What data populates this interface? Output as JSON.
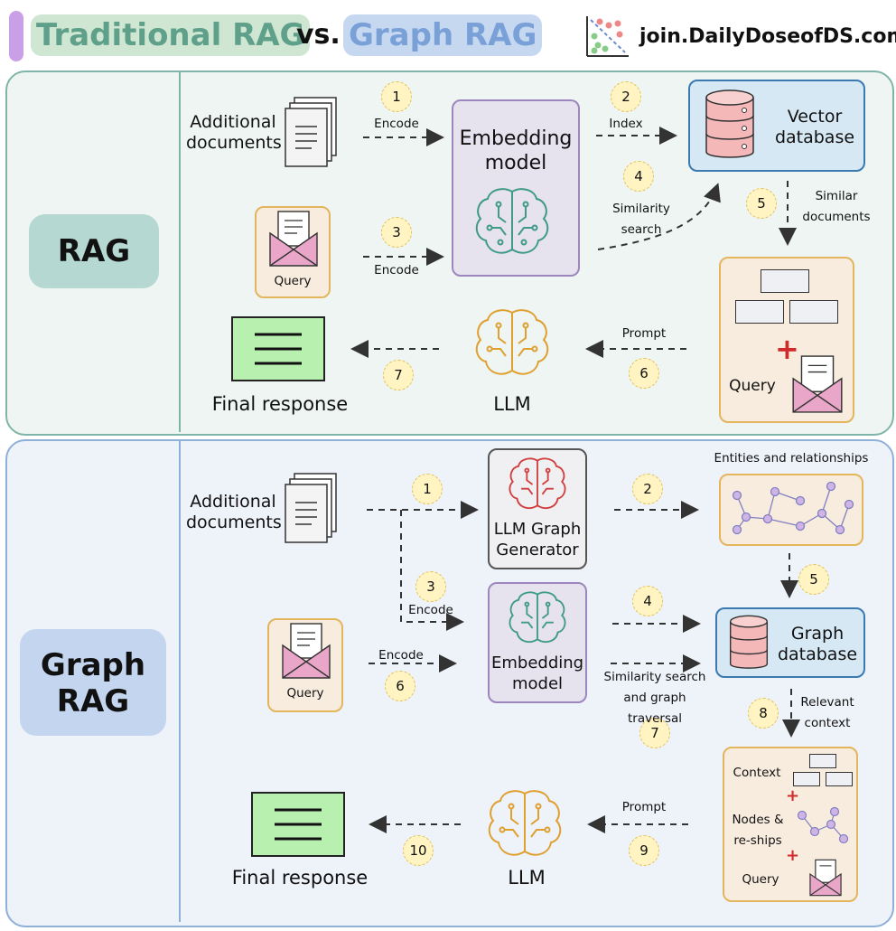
{
  "header": {
    "title_part1": "Traditional RAG",
    "title_vs": "vs.",
    "title_part2": "Graph RAG",
    "brand": "join.DailyDoseofDS.com",
    "accent_color": "#c9a0e8",
    "pill1_color": "#cfe6d2",
    "pill1_text_color": "#5fa08a",
    "pill2_color": "#c6d8f0",
    "pill2_text_color": "#7aa0d8"
  },
  "rag": {
    "label": "RAG",
    "additional_documents": "Additional documents",
    "query": "Query",
    "embedding_model": "Embedding model",
    "vector_database": "Vector database",
    "llm": "LLM",
    "final_response": "Final response",
    "prompt_query": "Query",
    "steps": [
      {
        "num": "1",
        "label": "Encode"
      },
      {
        "num": "2",
        "label": "Index"
      },
      {
        "num": "3",
        "label": "Encode"
      },
      {
        "num": "4",
        "label": "Similarity search"
      },
      {
        "num": "5",
        "label": "Similar documents"
      },
      {
        "num": "6",
        "label": "Prompt"
      },
      {
        "num": "7",
        "label": ""
      }
    ]
  },
  "graph": {
    "label": "Graph RAG",
    "additional_documents": "Additional documents",
    "query": "Query",
    "llm_graph_generator": "LLM Graph Generator",
    "embedding_model": "Embedding model",
    "entities": "Entities and relationships",
    "graph_database": "Graph database",
    "llm": "LLM",
    "final_response": "Final response",
    "context": "Context",
    "nodes": "Nodes & re-ships",
    "prompt_query": "Query",
    "steps": [
      {
        "num": "1",
        "label": ""
      },
      {
        "num": "2",
        "label": ""
      },
      {
        "num": "3",
        "label": "Encode"
      },
      {
        "num": "4",
        "label": ""
      },
      {
        "num": "5",
        "label": ""
      },
      {
        "num": "6",
        "label": "Encode"
      },
      {
        "num": "7",
        "label": "Similarity search and graph traversal"
      },
      {
        "num": "8",
        "label": "Relevant context"
      },
      {
        "num": "9",
        "label": "Prompt"
      },
      {
        "num": "10",
        "label": ""
      }
    ]
  }
}
